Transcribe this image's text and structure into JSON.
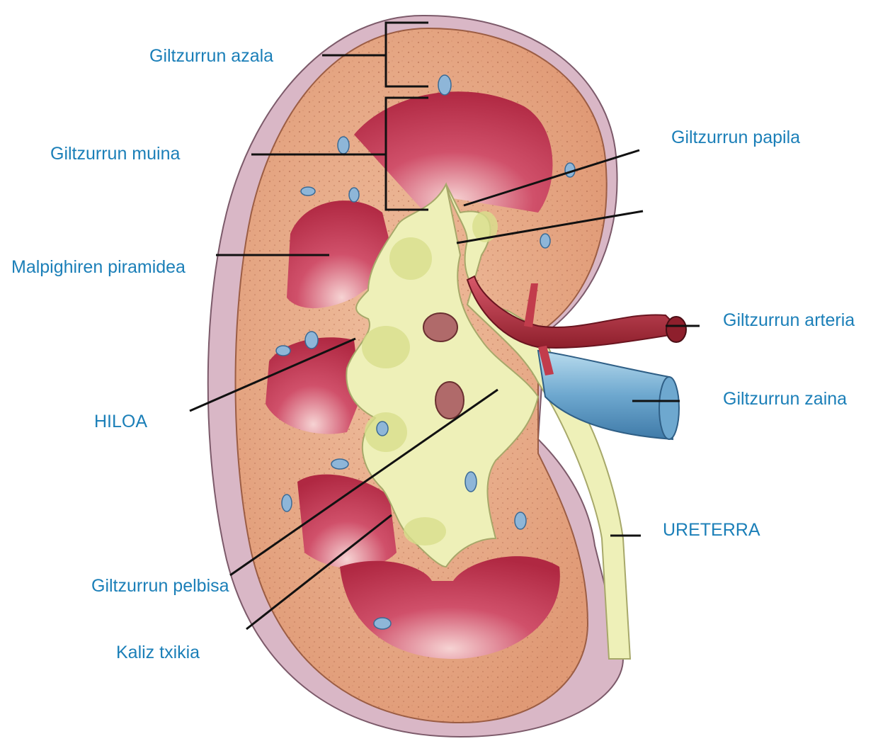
{
  "labels": {
    "cortex": "Giltzurrun azala",
    "medulla": "Giltzurrun muina",
    "pyramid": "Malpighiren piramidea",
    "hilum": "HILOA",
    "pelvis": "Giltzurrun pelbisa",
    "minor_calyx": "Kaliz txikia",
    "papilla": "Giltzurrun papila",
    "artery": "Giltzurrun arteria",
    "vein": "Giltzurrun zaina",
    "ureter": "URETERRA"
  },
  "colors": {
    "label_text": "#1b7fb8",
    "leader_line": "#111111",
    "cortex": "#e6a884",
    "capsule": "#d9b7c6",
    "pyramid": "#c0344e",
    "pelvis": "#eef0b8",
    "artery": "#b72d3c",
    "vein": "#6ea8cf"
  }
}
